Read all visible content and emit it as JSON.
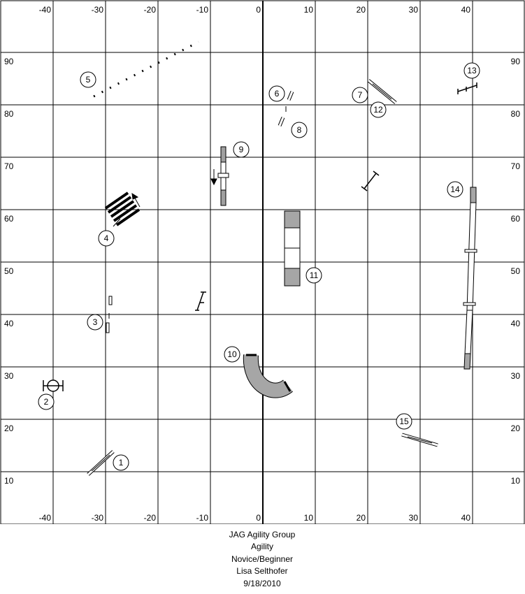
{
  "axes": {
    "x_ticks": [
      "-40",
      "-30",
      "-20",
      "-10",
      "0",
      "10",
      "20",
      "30",
      "40"
    ],
    "y_ticks": [
      "90",
      "80",
      "70",
      "60",
      "50",
      "40",
      "30",
      "20",
      "10"
    ]
  },
  "obstacles": [
    {
      "n": "1",
      "type": "jump"
    },
    {
      "n": "2",
      "type": "tire"
    },
    {
      "n": "3",
      "type": "jump"
    },
    {
      "n": "4",
      "type": "weave poles"
    },
    {
      "n": "5",
      "type": "jump"
    },
    {
      "n": "6",
      "type": "jump"
    },
    {
      "n": "7",
      "type": "jump"
    },
    {
      "n": "8",
      "type": "jump"
    },
    {
      "n": "9",
      "type": "teeter"
    },
    {
      "n": "10",
      "type": "tunnel"
    },
    {
      "n": "11",
      "type": "table"
    },
    {
      "n": "12",
      "type": "jump"
    },
    {
      "n": "13",
      "type": "jump"
    },
    {
      "n": "14",
      "type": "dog walk"
    },
    {
      "n": "15",
      "type": "jump"
    }
  ],
  "footer": {
    "club": "JAG Agility Group",
    "event": "Agility",
    "level": "Novice/Beginner",
    "judge": "Lisa Selthofer",
    "date": "9/18/2010"
  }
}
